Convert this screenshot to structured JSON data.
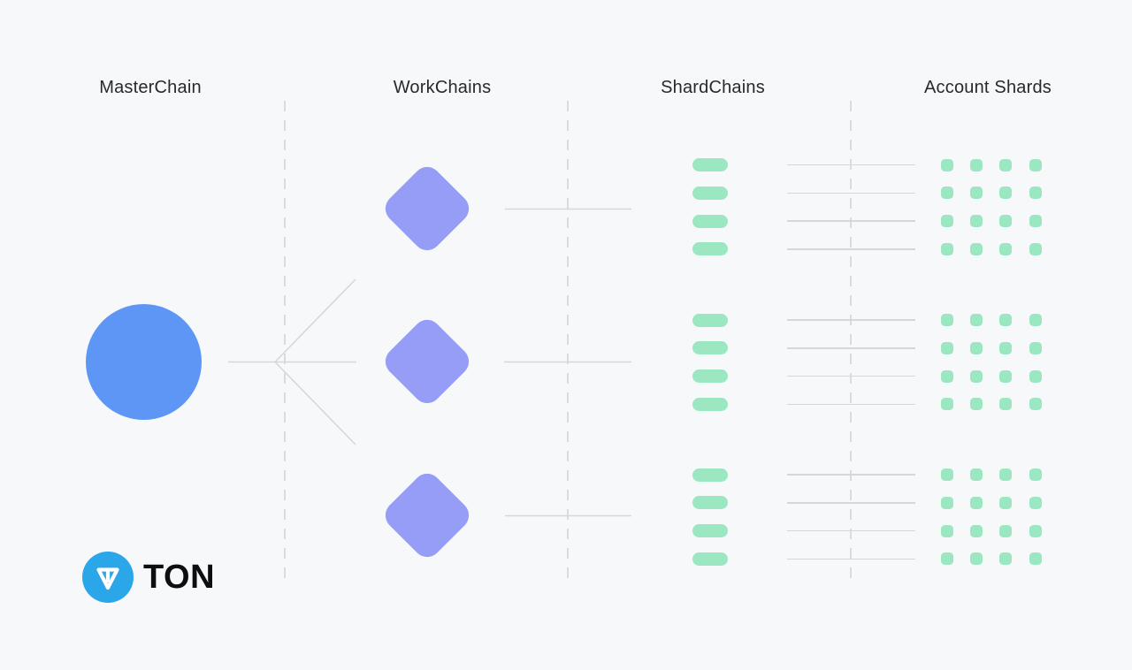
{
  "columns": [
    {
      "id": "masterchain",
      "label": "MasterChain"
    },
    {
      "id": "workchains",
      "label": "WorkChains"
    },
    {
      "id": "shardchains",
      "label": "ShardChains"
    },
    {
      "id": "account-shards",
      "label": "Account Shards"
    }
  ],
  "logo": {
    "wordmark": "TON",
    "symbol": "ton-diamond-icon"
  },
  "structure": {
    "masterchain_count": 1,
    "workchain_count": 3,
    "shards_per_workchain": 4,
    "account_shard_rows": 4,
    "account_shard_cols": 4
  },
  "colors": {
    "background": "#f7f8fa",
    "masterchain_blue": "#5e96f6",
    "workchain_purple": "#959df7",
    "shard_green": "#9be7c1",
    "connector_gray": "#d5d8da",
    "dash_gray": "#d9dcdf",
    "title_text": "#26292e",
    "ton_blue": "#2aa6e9",
    "ton_text": "#0c0e10"
  }
}
